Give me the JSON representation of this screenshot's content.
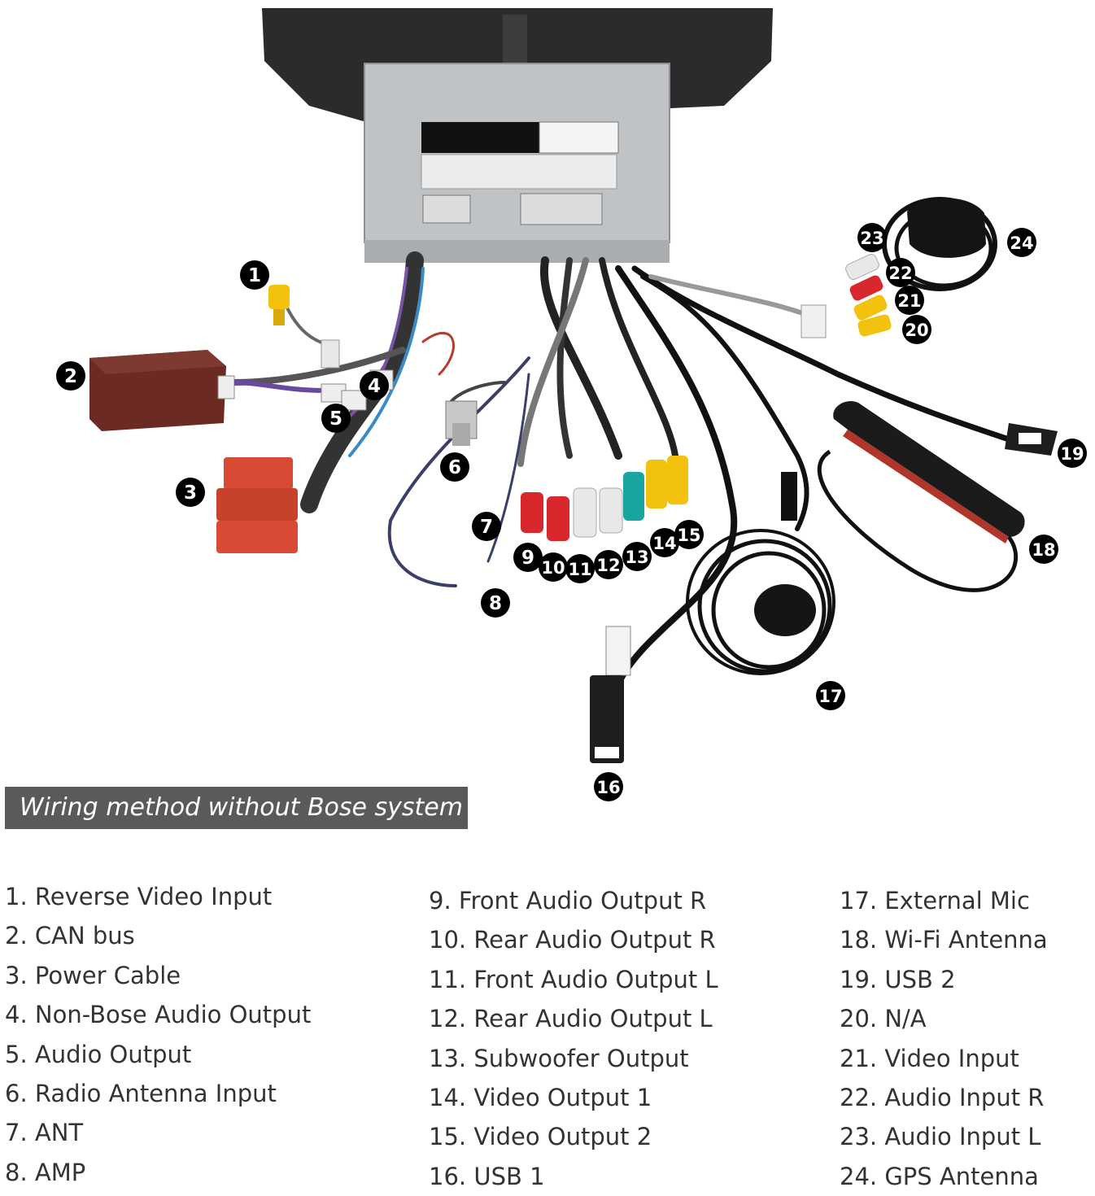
{
  "section_title": "Wiring method without Bose system",
  "callouts": [
    {
      "num": "1"
    },
    {
      "num": "2"
    },
    {
      "num": "3"
    },
    {
      "num": "4"
    },
    {
      "num": "5"
    },
    {
      "num": "6"
    },
    {
      "num": "7"
    },
    {
      "num": "8"
    },
    {
      "num": "9"
    },
    {
      "num": "10"
    },
    {
      "num": "11"
    },
    {
      "num": "12"
    },
    {
      "num": "13"
    },
    {
      "num": "14"
    },
    {
      "num": "15"
    },
    {
      "num": "16"
    },
    {
      "num": "17"
    },
    {
      "num": "18"
    },
    {
      "num": "19"
    },
    {
      "num": "20"
    },
    {
      "num": "21"
    },
    {
      "num": "22"
    },
    {
      "num": "23"
    },
    {
      "num": "24"
    }
  ],
  "legend": {
    "col1": [
      "1. Reverse Video Input",
      "2. CAN bus",
      "3. Power Cable",
      "4. Non-Bose Audio Output",
      "5. Audio Output",
      "6. Radio Antenna Input",
      "7. ANT",
      "8. AMP"
    ],
    "col2": [
      "9. Front Audio Output R",
      "10. Rear Audio Output R",
      "11. Front Audio Output L",
      "12. Rear Audio Output L",
      "13. Subwoofer Output",
      "14. Video Output 1",
      "15. Video Output 2",
      "16. USB 1"
    ],
    "col3": [
      "17. External Mic",
      "18. Wi-Fi Antenna",
      "19. USB 2",
      "20. N/A",
      "21. Video Input",
      "22. Audio Input R",
      "23. Audio Input L",
      "24. GPS Antenna"
    ]
  },
  "colors": {
    "title_bar": "#5a5a5a",
    "badge": "#000000",
    "legend_text": "#333333",
    "rca_red": "#d8272d",
    "rca_white": "#e8e8e8",
    "rca_yellow": "#f2c20f",
    "rca_teal": "#1aa6a0"
  }
}
